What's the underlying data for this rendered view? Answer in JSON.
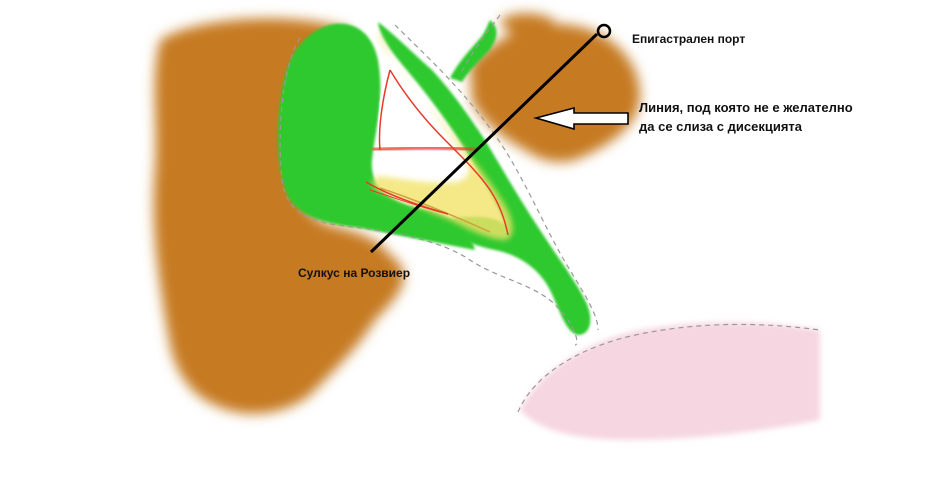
{
  "labels": {
    "epigastric_port": "Епигастрален порт",
    "no_dissection_line_1": "Линия, под която не е желателно",
    "no_dissection_line_2": "да се слиза с дисекцията",
    "rouviere_sulcus": "Сулкус на Розвиер"
  },
  "colors": {
    "liver_brown": "#c67a22",
    "hepatoduodenal_green": "#2fc92f",
    "gallbladder_yellow": "#f2e36a",
    "artery_red": "#e83a2a",
    "duodenum_pink": "#f6d6e0",
    "guide_line": "#000000"
  }
}
